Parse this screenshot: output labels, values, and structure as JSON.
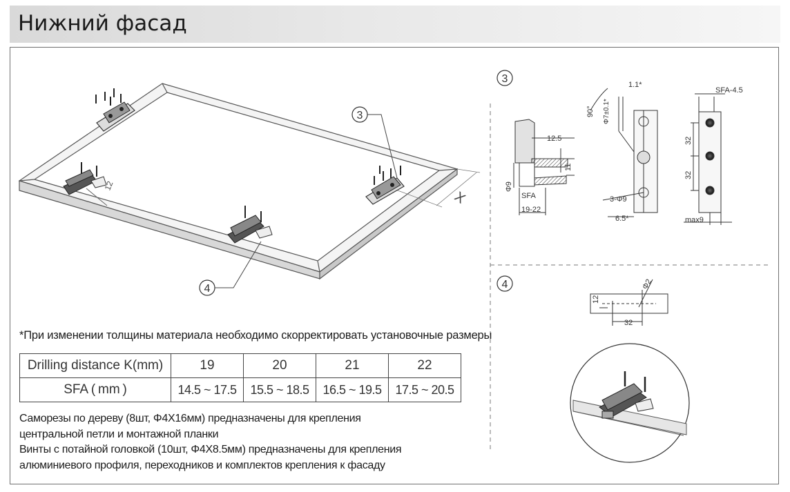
{
  "header": {
    "title": "Нижний фасад"
  },
  "callouts": {
    "three": "3",
    "four": "4"
  },
  "dims": {
    "x_label": "X",
    "k_dim": "12",
    "d12_5": "12.5",
    "d11": "11",
    "phi9": "Φ9",
    "sfa": "SFA",
    "d19_22": "19-22",
    "d1_1": "1.1*",
    "ang90": "90°",
    "phi7": "Φ7±0.1*",
    "sfa45": "SFA-4.5",
    "d32a": "32",
    "d32b": "32",
    "three_phi9": "3-Φ9",
    "d6_5": "6.5*",
    "max9": "max9",
    "p4_12": "12",
    "p4_phi2": "Φ2",
    "p4_32": "32"
  },
  "note": "*При изменении толщины материала необходимо скорректировать установочные размеры",
  "table": {
    "row1_label": "Drilling distance K(mm)",
    "row1": [
      "19",
      "20",
      "21",
      "22"
    ],
    "row2_label": "SFA ( mm )",
    "row2": [
      "14.5 ~ 17.5",
      "15.5 ~ 18.5",
      "16.5 ~ 19.5",
      "17.5 ~ 20.5"
    ]
  },
  "description": [
    "Саморезы по дереву (8шт, Φ4X16мм) предназначены для крепления",
    "центральной петли и монтажной планки",
    "Винты с потайной головкой (10шт, Φ4X8.5мм) предназначены для крепления",
    "алюминиевого профиля, переходников и комплектов крепления к фасаду"
  ]
}
